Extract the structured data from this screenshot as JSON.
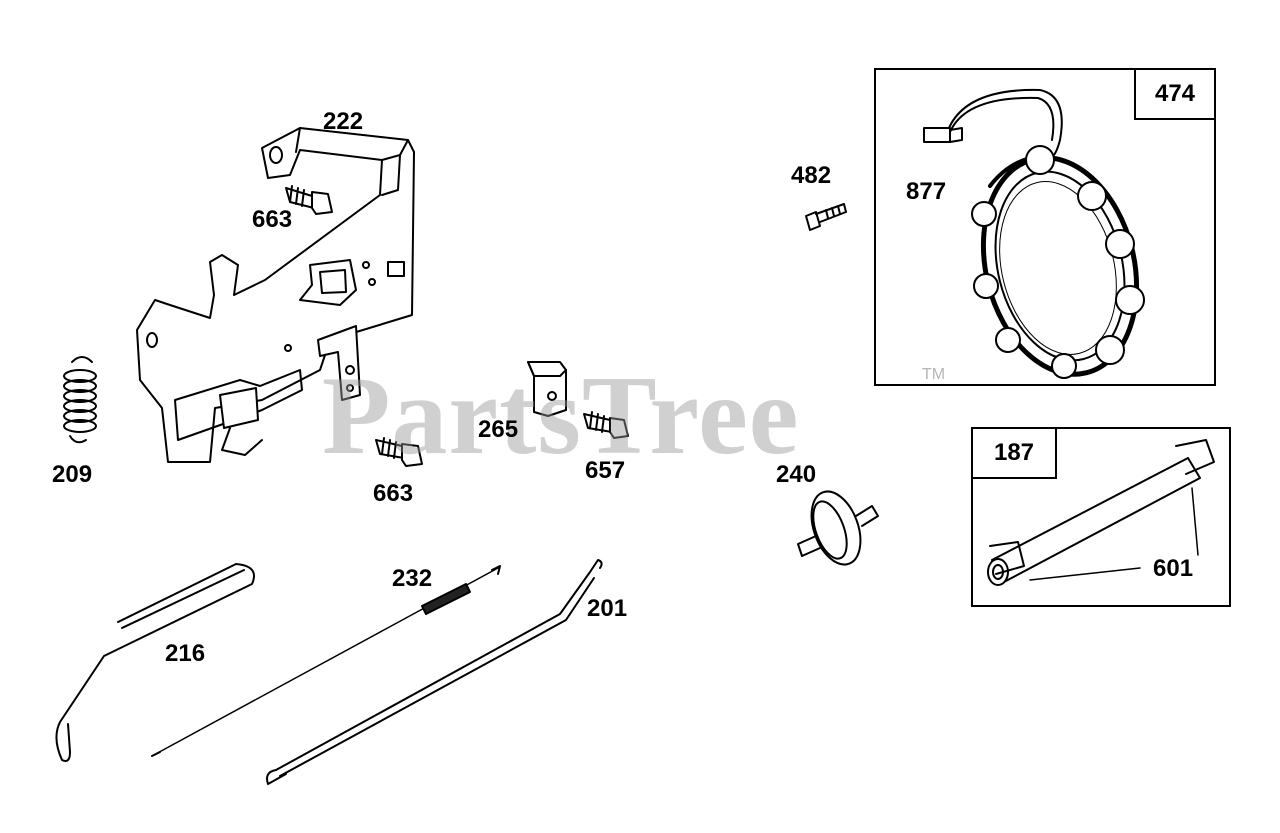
{
  "watermark": {
    "text": "PartsTree",
    "trademark": "TM",
    "color": "#969696"
  },
  "boxes": {
    "stator": {
      "tag": "474"
    },
    "fuel_line": {
      "tag": "187"
    }
  },
  "labels": {
    "p222": "222",
    "p663_top": "663",
    "p209": "209",
    "p663_bottom": "663",
    "p265": "265",
    "p657": "657",
    "p482": "482",
    "p877": "877",
    "p240": "240",
    "p601": "601",
    "p232": "232",
    "p201": "201",
    "p216": "216"
  }
}
